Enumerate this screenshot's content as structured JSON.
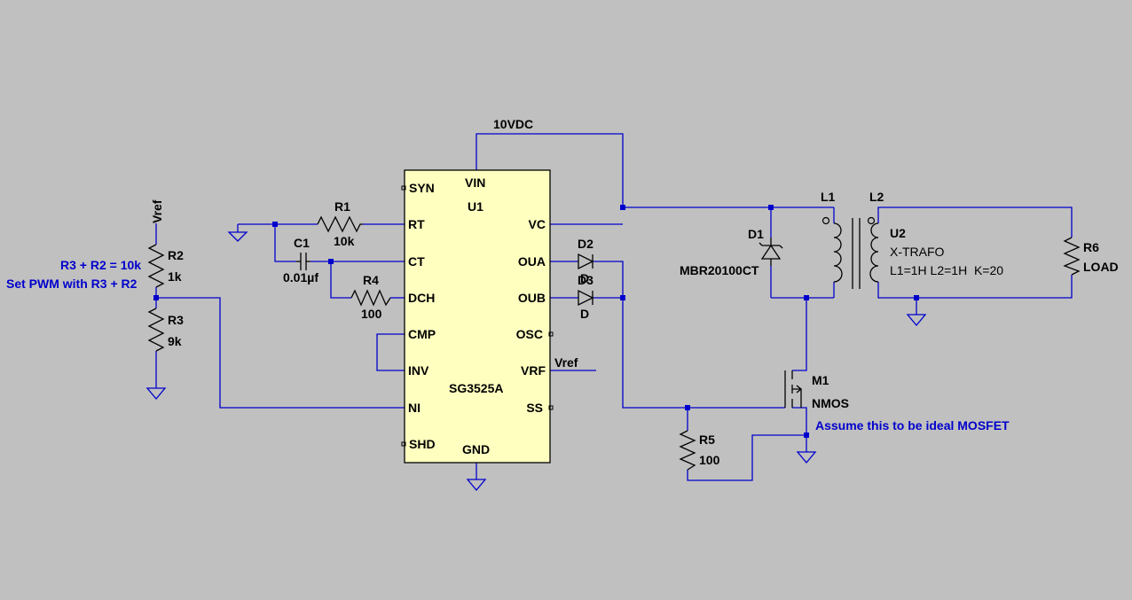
{
  "schematic": {
    "supply_label": "10VDC",
    "ic": {
      "ref": "U1",
      "part": "SG3525A",
      "pins": {
        "syn": "SYN",
        "vin": "VIN",
        "rt": "RT",
        "ct": "CT",
        "dch": "DCH",
        "cmp": "CMP",
        "inv": "INV",
        "ni": "NI",
        "shd": "SHD",
        "gnd": "GND",
        "vc": "VC",
        "oua": "OUA",
        "oub": "OUB",
        "osc": "OSC",
        "vrf": "VRF",
        "ss": "SS"
      }
    },
    "vrf_net": "Vref",
    "vref_net": "Vref",
    "r1": {
      "ref": "R1",
      "value": "10k"
    },
    "c1": {
      "ref": "C1",
      "value": "0.01µf"
    },
    "r4": {
      "ref": "R4",
      "value": "100"
    },
    "r2": {
      "ref": "R2",
      "value": "1k"
    },
    "r3": {
      "ref": "R3",
      "value": "9k"
    },
    "d2": {
      "ref": "D2",
      "value": "D"
    },
    "d3": {
      "ref": "D3",
      "value": "D"
    },
    "d1": {
      "ref": "D1",
      "value": "MBR20100CT"
    },
    "l1": {
      "ref": "L1"
    },
    "l2": {
      "ref": "L2"
    },
    "u2": {
      "ref": "U2",
      "value": "X-TRAFO",
      "params": "L1=1H L2=1H  K=20"
    },
    "r6": {
      "ref": "R6",
      "value": "LOAD"
    },
    "m1": {
      "ref": "M1",
      "value": "NMOS"
    },
    "r5": {
      "ref": "R5",
      "value": "100"
    },
    "notes": {
      "pwm_1": "R3 + R2 = 10k",
      "pwm_2": "Set PWM with R3 + R2",
      "mosfet": "Assume this to be ideal MOSFET"
    }
  }
}
